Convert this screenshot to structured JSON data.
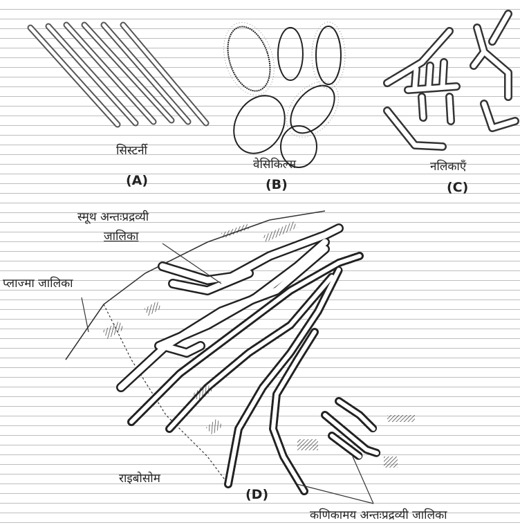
{
  "figure": {
    "panels": [
      {
        "id": "A",
        "letter": "(A)",
        "caption": "सिस्टर्नी"
      },
      {
        "id": "B",
        "letter": "(B)",
        "caption": "वेसिकिल्स"
      },
      {
        "id": "C",
        "letter": "(C)",
        "caption": "नलिकाएँ"
      },
      {
        "id": "D",
        "letter": "(D)"
      }
    ],
    "labels": {
      "smooth_er_line1": "स्मूथ अन्तःप्रद्रव्यी",
      "smooth_er_line2": "जालिका",
      "plasma_membrane": "प्लाज्मा जालिका",
      "ribosome": "राइबोसोम",
      "rough_er": "कणिकामय अन्तःप्रद्रव्यी जालिका"
    }
  },
  "colors": {
    "ink": "#222222",
    "rule_lines": "#bdbdbd",
    "background": "#ffffff"
  }
}
